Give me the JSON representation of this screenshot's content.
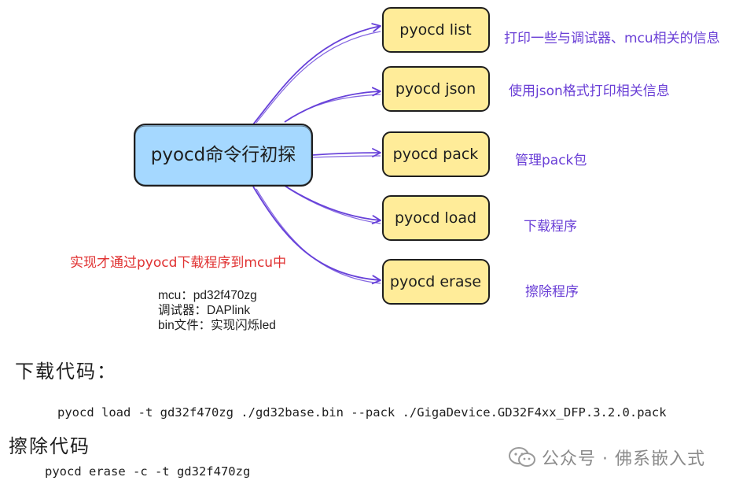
{
  "center_node": {
    "label": "pyocd命令行初探",
    "fill": "#a5d8ff"
  },
  "command_fill": "#ffec99",
  "commands": [
    {
      "label": "pyocd list",
      "desc": "打印一些与调试器、mcu相关的信息"
    },
    {
      "label": "pyocd json",
      "desc": "使用json格式打印相关信息"
    },
    {
      "label": "pyocd pack",
      "desc": "管理pack包"
    },
    {
      "label": "pyocd load",
      "desc": "下载程序"
    },
    {
      "label": "pyocd erase",
      "desc": "擦除程序"
    }
  ],
  "goal_text": "实现才通过pyocd下载程序到mcu中",
  "info_lines": [
    "mcu：pd32f470zg",
    "调试器：DAPlink",
    "bin文件：实现闪烁led"
  ],
  "download": {
    "heading": "下载代码：",
    "code": "pyocd load -t gd32f470zg ./gd32base.bin  --pack ./GigaDevice.GD32F4xx_DFP.3.2.0.pack"
  },
  "erase": {
    "heading": "擦除代码",
    "code": "pyocd erase -c -t gd32f470zg"
  },
  "watermark": {
    "text": "公众号 · 佛系嵌入式",
    "icon": "wechat-icon"
  },
  "colors": {
    "arrow": "#6741d9",
    "note": "#6a3fd6",
    "goal": "#e03131"
  }
}
